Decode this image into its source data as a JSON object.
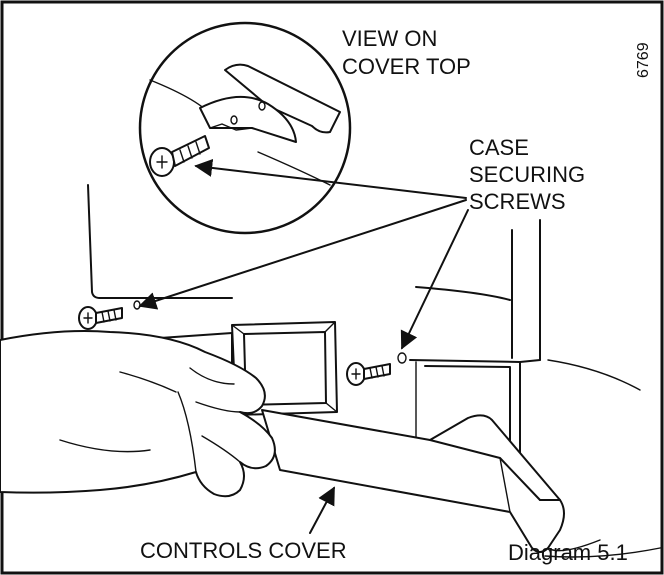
{
  "diagram": {
    "inset_label_line1": "VIEW ON",
    "inset_label_line2": "COVER TOP",
    "screws_label_line1": "CASE",
    "screws_label_line2": "SECURING",
    "screws_label_line3": "SCREWS",
    "cover_label": "CONTROLS COVER",
    "caption": "Diagram 5.1",
    "reference_number": "6769"
  }
}
